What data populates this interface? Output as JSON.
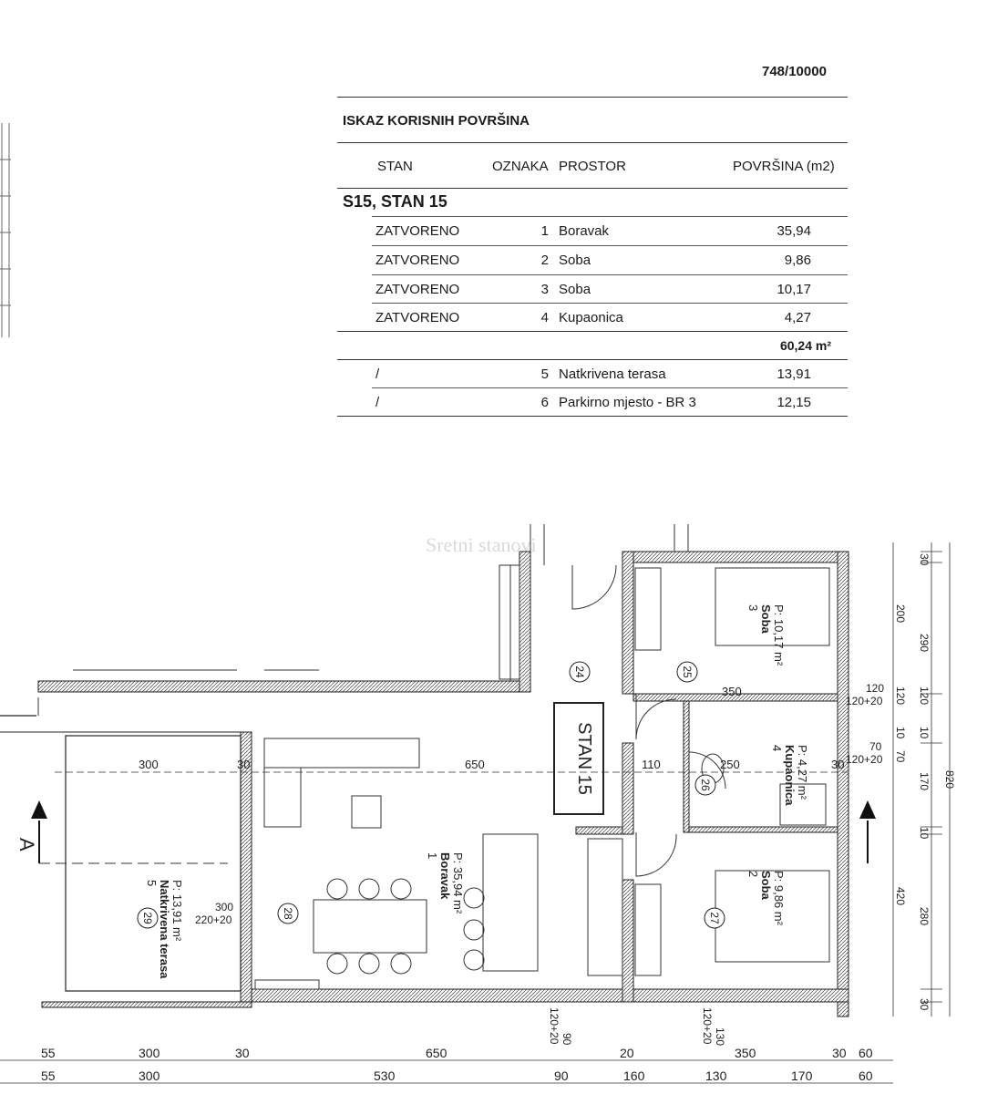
{
  "document_code": "748/10000",
  "table": {
    "title": "ISKAZ  KORISNIH POVRŠINA",
    "headers": {
      "stan": "STAN",
      "oznaka": "OZNAKA",
      "prostor": "PROSTOR",
      "povrsina": "POVRŠINA (m2)"
    },
    "unit_title": "S15, STAN 15",
    "rows": [
      {
        "stan": "ZATVORENO",
        "oznaka": "1",
        "prostor": "Boravak",
        "povrsina": "35,94"
      },
      {
        "stan": "ZATVORENO",
        "oznaka": "2",
        "prostor": "Soba",
        "povrsina": "9,86"
      },
      {
        "stan": "ZATVORENO",
        "oznaka": "3",
        "prostor": "Soba",
        "povrsina": "10,17"
      },
      {
        "stan": "ZATVORENO",
        "oznaka": "4",
        "prostor": "Kupaonica",
        "povrsina": "4,27"
      }
    ],
    "total": "60,24 m²",
    "extra_rows": [
      {
        "stan": "/",
        "oznaka": "5",
        "prostor": "Natkrivena terasa",
        "povrsina": "13,91"
      },
      {
        "stan": "/",
        "oznaka": "6",
        "prostor": "Parkirno mjesto - BR 3",
        "povrsina": "12,15"
      }
    ]
  },
  "plan": {
    "watermark": "Sretni stanovi",
    "unit_label": "STAN 15",
    "section_label": "A",
    "rooms": [
      {
        "num": "1",
        "name": "Boravak",
        "area": "P: 35,94 m²",
        "tag": "28"
      },
      {
        "num": "2",
        "name": "Soba",
        "area": "P: 9,86 m²",
        "tag": "27"
      },
      {
        "num": "3",
        "name": "Soba",
        "area": "P: 10,17 m²",
        "tag": "25"
      },
      {
        "num": "4",
        "name": "Kupaonica",
        "area": "P: 4,27 m²",
        "tag": "26"
      },
      {
        "num": "5",
        "name": "Natkrivena terasa",
        "area": "P: 13,91 m²",
        "tag": "29"
      }
    ],
    "hall_tag": "24",
    "inner_dims": {
      "terrace_width": "300",
      "wall_a": "30",
      "living_width": "650",
      "hall_width": "110",
      "bath_width": "250",
      "wall_b": "30",
      "bed_width": "350",
      "door_a": "120",
      "door_a2": "120+20",
      "door_b": "70",
      "door_b2": "120+20",
      "win_living": "300",
      "win_living2": "220+20",
      "win_bottom_a": "120+20",
      "win_bottom_a2": "90",
      "win_bottom_b": "120+20",
      "win_bottom_b2": "130"
    },
    "right_dims": [
      "30",
      "200",
      "290",
      "120",
      "120",
      "10",
      "10",
      "70",
      "170",
      "10",
      "420",
      "280",
      "30"
    ],
    "right_total": "820",
    "bottom_row1": [
      "55",
      "300",
      "30",
      "650",
      "20",
      "350",
      "30",
      "60"
    ],
    "bottom_row2": [
      "55",
      "300",
      "530",
      "90",
      "160",
      "130",
      "170",
      "60"
    ]
  }
}
